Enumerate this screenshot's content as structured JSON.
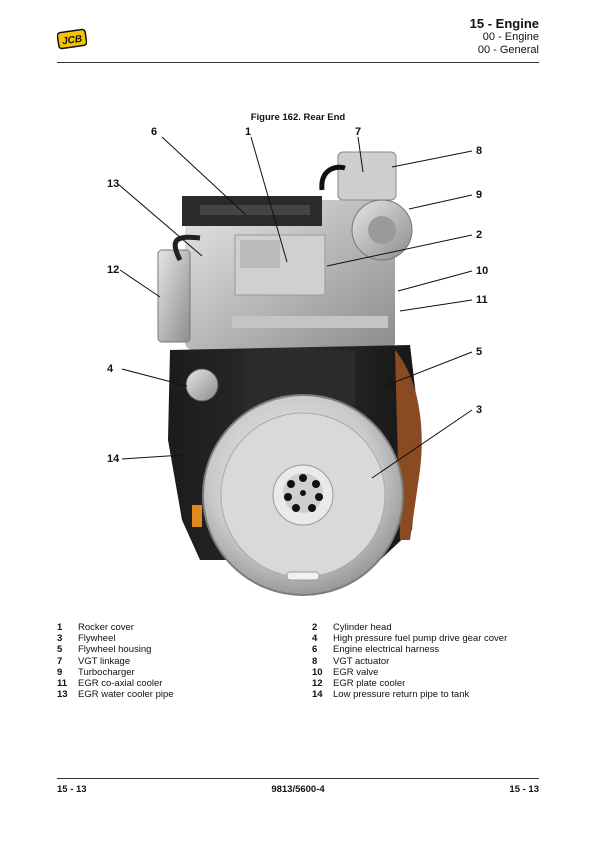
{
  "header": {
    "logo_text": "JCB",
    "title": "15 - Engine",
    "subtitle1": "00 - Engine",
    "subtitle2": "00 - General"
  },
  "figure": {
    "title": "Figure 162. Rear End",
    "callouts": [
      "1",
      "2",
      "3",
      "4",
      "5",
      "6",
      "7",
      "8",
      "9",
      "10",
      "11",
      "12",
      "13",
      "14"
    ]
  },
  "legend": {
    "left": [
      {
        "num": "1",
        "label": "Rocker cover"
      },
      {
        "num": "3",
        "label": "Flywheel"
      },
      {
        "num": "5",
        "label": "Flywheel housing"
      },
      {
        "num": "7",
        "label": "VGT linkage"
      },
      {
        "num": "9",
        "label": "Turbocharger"
      },
      {
        "num": "11",
        "label": "EGR co-axial cooler"
      },
      {
        "num": "13",
        "label": "EGR water cooler pipe"
      }
    ],
    "right": [
      {
        "num": "2",
        "label": "Cylinder head"
      },
      {
        "num": "4",
        "label": "High pressure fuel pump drive gear cover"
      },
      {
        "num": "6",
        "label": "Engine electrical harness"
      },
      {
        "num": "8",
        "label": "VGT actuator"
      },
      {
        "num": "10",
        "label": "EGR valve"
      },
      {
        "num": "12",
        "label": "EGR plate cooler"
      },
      {
        "num": "14",
        "label": "Low pressure return pipe to tank"
      }
    ]
  },
  "footer": {
    "left": "15 - 13",
    "center": "9813/5600-4",
    "right": "15 - 13"
  }
}
